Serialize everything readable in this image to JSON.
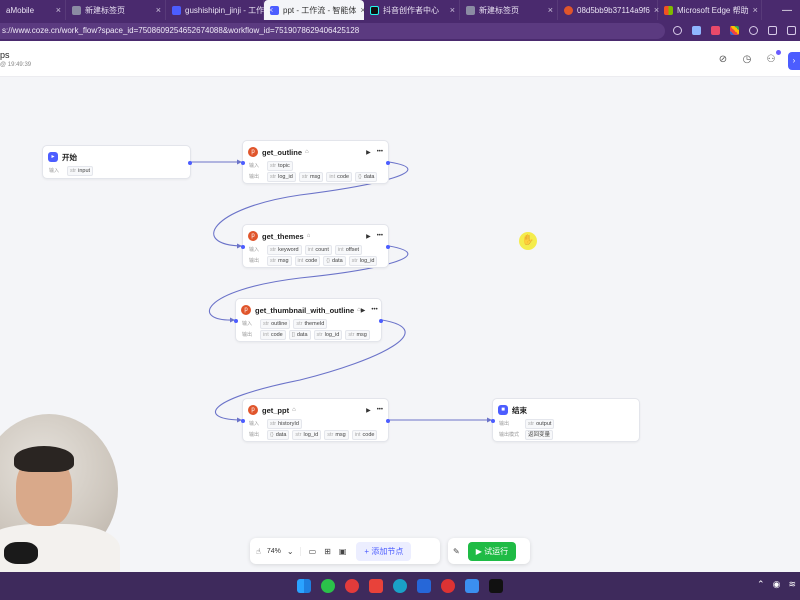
{
  "browser": {
    "tabs": [
      {
        "label": "aMobile",
        "color": "#6a5c8a",
        "active": false
      },
      {
        "label": "新建标签页",
        "color": "#7f7f95",
        "active": false
      },
      {
        "label": "gushishipin_jinji - 工作",
        "color": "#4c5dff",
        "active": false
      },
      {
        "label": "ppt - 工作流 - 智能体",
        "color": "#4c5dff",
        "active": true
      },
      {
        "label": "抖音创作者中心",
        "color": "#111111",
        "active": false
      },
      {
        "label": "新建标签页",
        "color": "#7f7f95",
        "active": false
      },
      {
        "label": "08d5bb9b37114a9f6",
        "color": "#e0552b",
        "active": false
      },
      {
        "label": "Microsoft Edge 帮助",
        "color": "#f25022",
        "active": false
      }
    ],
    "close_glyph": "×",
    "window_minimize": "—",
    "url": "s://www.coze.cn/work_flow?space_id=7508609254652674088&workflow_id=7519078629406425128"
  },
  "app": {
    "title": "ps",
    "subtitle": "@ 19:49:39"
  },
  "nodes": {
    "start": {
      "title": "开始",
      "input_label": "输入",
      "inputs": [
        "input"
      ]
    },
    "get_outline": {
      "title": "get_outline",
      "input_label": "输入",
      "output_label": "输出",
      "inputs": [
        "topic"
      ],
      "outputs": [
        "log_id",
        "msg",
        "code",
        "data"
      ]
    },
    "get_themes": {
      "title": "get_themes",
      "input_label": "输入",
      "output_label": "输出",
      "inputs": [
        "keyword",
        "count",
        "offset"
      ],
      "outputs": [
        "msg",
        "code",
        "data",
        "log_id"
      ]
    },
    "get_thumbnail": {
      "title": "get_thumbnail_with_outline",
      "input_label": "输入",
      "output_label": "输出",
      "inputs": [
        "outline",
        "themeId"
      ],
      "outputs": [
        "code",
        "data",
        "log_id",
        "msg"
      ]
    },
    "get_ppt": {
      "title": "get_ppt",
      "input_label": "输入",
      "output_label": "输出",
      "inputs": [
        "historyId"
      ],
      "outputs": [
        "data",
        "log_id",
        "msg",
        "code"
      ]
    },
    "end": {
      "title": "结束",
      "input_label": "输出",
      "output_label": "输出模式",
      "inputs": [
        "output"
      ],
      "mode": "返回变量"
    }
  },
  "toolbar": {
    "zoom": "74%",
    "add_node": "添加节点",
    "run": "试运行"
  },
  "colors": {
    "accent": "#4c5dff",
    "run_green": "#1fbb45",
    "plugin_orange": "#e0552b"
  }
}
